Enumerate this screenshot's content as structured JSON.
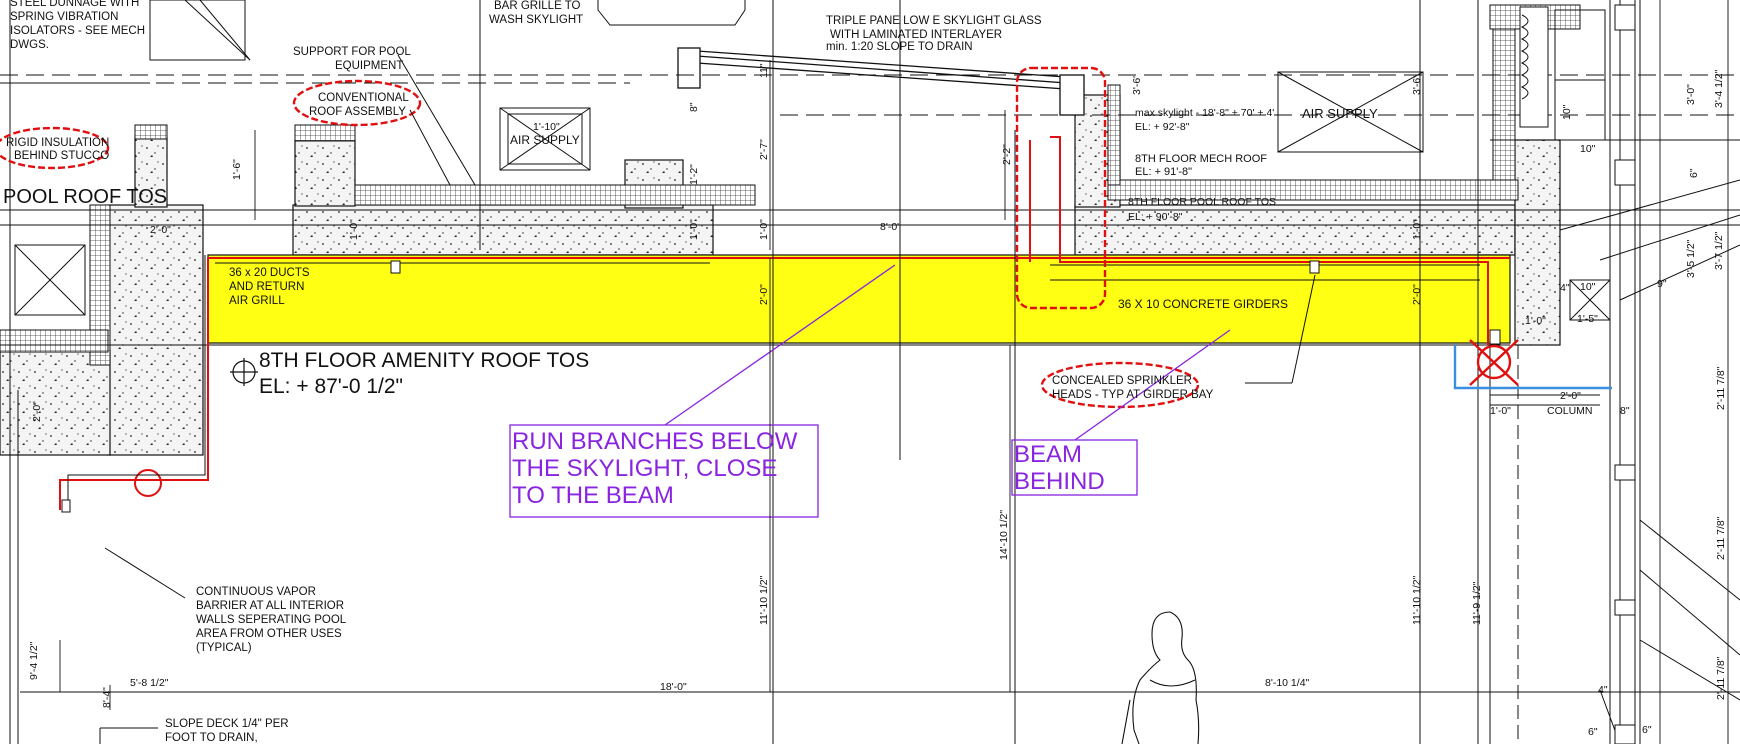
{
  "colors": {
    "line": "#111111",
    "girder_highlight": "#ffff14",
    "pipe_red": "#e01010",
    "markup_purple": "#8a24e0",
    "cloud_red": "#e01010",
    "markup_blue": "#3a8ee0",
    "concrete_fill": "#e9e9e9",
    "hatch": "#333333"
  },
  "notes": {
    "steel_dunnage": [
      "STEEL DUNNAGE WITH",
      "SPRING VIBRATION",
      "ISOLATORS - SEE MECH",
      "DWGS."
    ],
    "bar_grille": [
      "BAR GRILLE TO",
      "WASH SKYLIGHT"
    ],
    "support_pool": [
      "SUPPORT FOR POOL",
      "EQUIPMENT"
    ],
    "conventional_roof": [
      "CONVENTIONAL",
      "ROOF ASSEMBLY"
    ],
    "rigid_insulation": [
      "RIGID INSULATION",
      "BEHIND STUCCO"
    ],
    "pool_roof_tos": "POOL ROOF TOS",
    "air_supply_left": "AIR SUPPLY",
    "air_supply_right": "AIR SUPPLY",
    "skylight_glass": [
      "TRIPLE PANE LOW E SKYLIGHT GLASS",
      "WITH LAMINATED INTERLAYER",
      "min. 1:20 SLOPE TO DRAIN"
    ],
    "max_skylight": [
      "max skylight - 18'-8\" + 70' + 4'",
      "EL: + 92'-8\""
    ],
    "mech_roof": [
      "8TH FLOOR MECH ROOF",
      "EL: + 91'-8\""
    ],
    "pool_roof_tos_8": [
      "8TH FLOOR POOL ROOF TOS",
      "EL: + 90'-8\""
    ],
    "ducts": [
      "36 x 20 DUCTS",
      "AND RETURN",
      "AIR GRILL"
    ],
    "girders": "36 X 10 CONCRETE GIRDERS",
    "amenity_level": [
      "8TH  FLOOR AMENITY ROOF TOS",
      "EL: + 87'-0 1/2\""
    ],
    "sprinkler": [
      "CONCEALED SPRINKLER",
      "HEADS - TYP AT GIRDER BAY"
    ],
    "vapor_barrier": [
      "CONTINUOUS VAPOR",
      "BARRIER AT ALL INTERIOR",
      "WALLS SEPERATING POOL",
      "AREA FROM OTHER USES",
      "(TYPICAL)"
    ],
    "slope_deck": [
      "SLOPE DECK 1/4\" PER",
      "FOOT TO DRAIN,"
    ],
    "column": "COLUMN"
  },
  "markups": {
    "run_branches": [
      "RUN BRANCHES BELOW",
      "THE SKYLIGHT, CLOSE",
      "TO THE BEAM"
    ],
    "beam_behind": [
      "BEAM",
      "BEHIND"
    ]
  },
  "dimensions": {
    "d_1_10": "1'-10\"",
    "d_1_6": "1'-6\"",
    "d_2_0_top": "2'-0\"",
    "d_1_0a": "1'-0\"",
    "d_1_0b": "1'-0\"",
    "d_1_2": "1'-2\"",
    "d_11": "11\"",
    "d_2_7": "2'-7\"",
    "d_8": "8\"",
    "d_8_0": "8'-0\"",
    "d_1_0_mid": "1'-0\"",
    "d_2_0_mid": "2'-0\"",
    "d_2_2": "2'-2\"",
    "d_3_6a": "3'-6\"",
    "d_3_6b": "3'-6\"",
    "d_10a": "10\"",
    "d_10b": "10\"",
    "d_1_0_right": "1'-0\"",
    "d_2_0_right": "2'-0\"",
    "d_1_04": "1'-0\"",
    "d_2_0_col": "2'-0\"",
    "d_1_0_col": "1'-0\"",
    "d_8_col": "8\"",
    "d_11_10a": "11'-10 1/2\"",
    "d_14_10": "14'-10 1/2\"",
    "d_11_10b": "11'-10 1/2\"",
    "d_11_9": "11'-9 1/2\"",
    "d_9_4": "9'-4 1/2\"",
    "d_5_8": "5'-8 1/2\"",
    "d_18_0": "18'-0\"",
    "d_8_10": "8'-10 1/4\"",
    "d_8_4": "8'-4\"",
    "d_2_0_left": "2'-0\"",
    "d_3_0": "3'-0\"",
    "d_3_4": "3'-4 1/2\"",
    "d_3_5": "3'-5 1/2\"",
    "d_3_7": "3'-7 1/2\"",
    "d_9": "9\"",
    "d_4": "4\"",
    "d_10c": "10\"",
    "d_6": "6\"",
    "d_2_11a": "2'-11 7/8\"",
    "d_2_11b": "2'-11 7/8\"",
    "d_2_11c": "2'-11 7/8\"",
    "d_6b": "6\"",
    "d_4b": "4\"",
    "d_6c": "6\"",
    "d_1_5": "1'-5\""
  }
}
